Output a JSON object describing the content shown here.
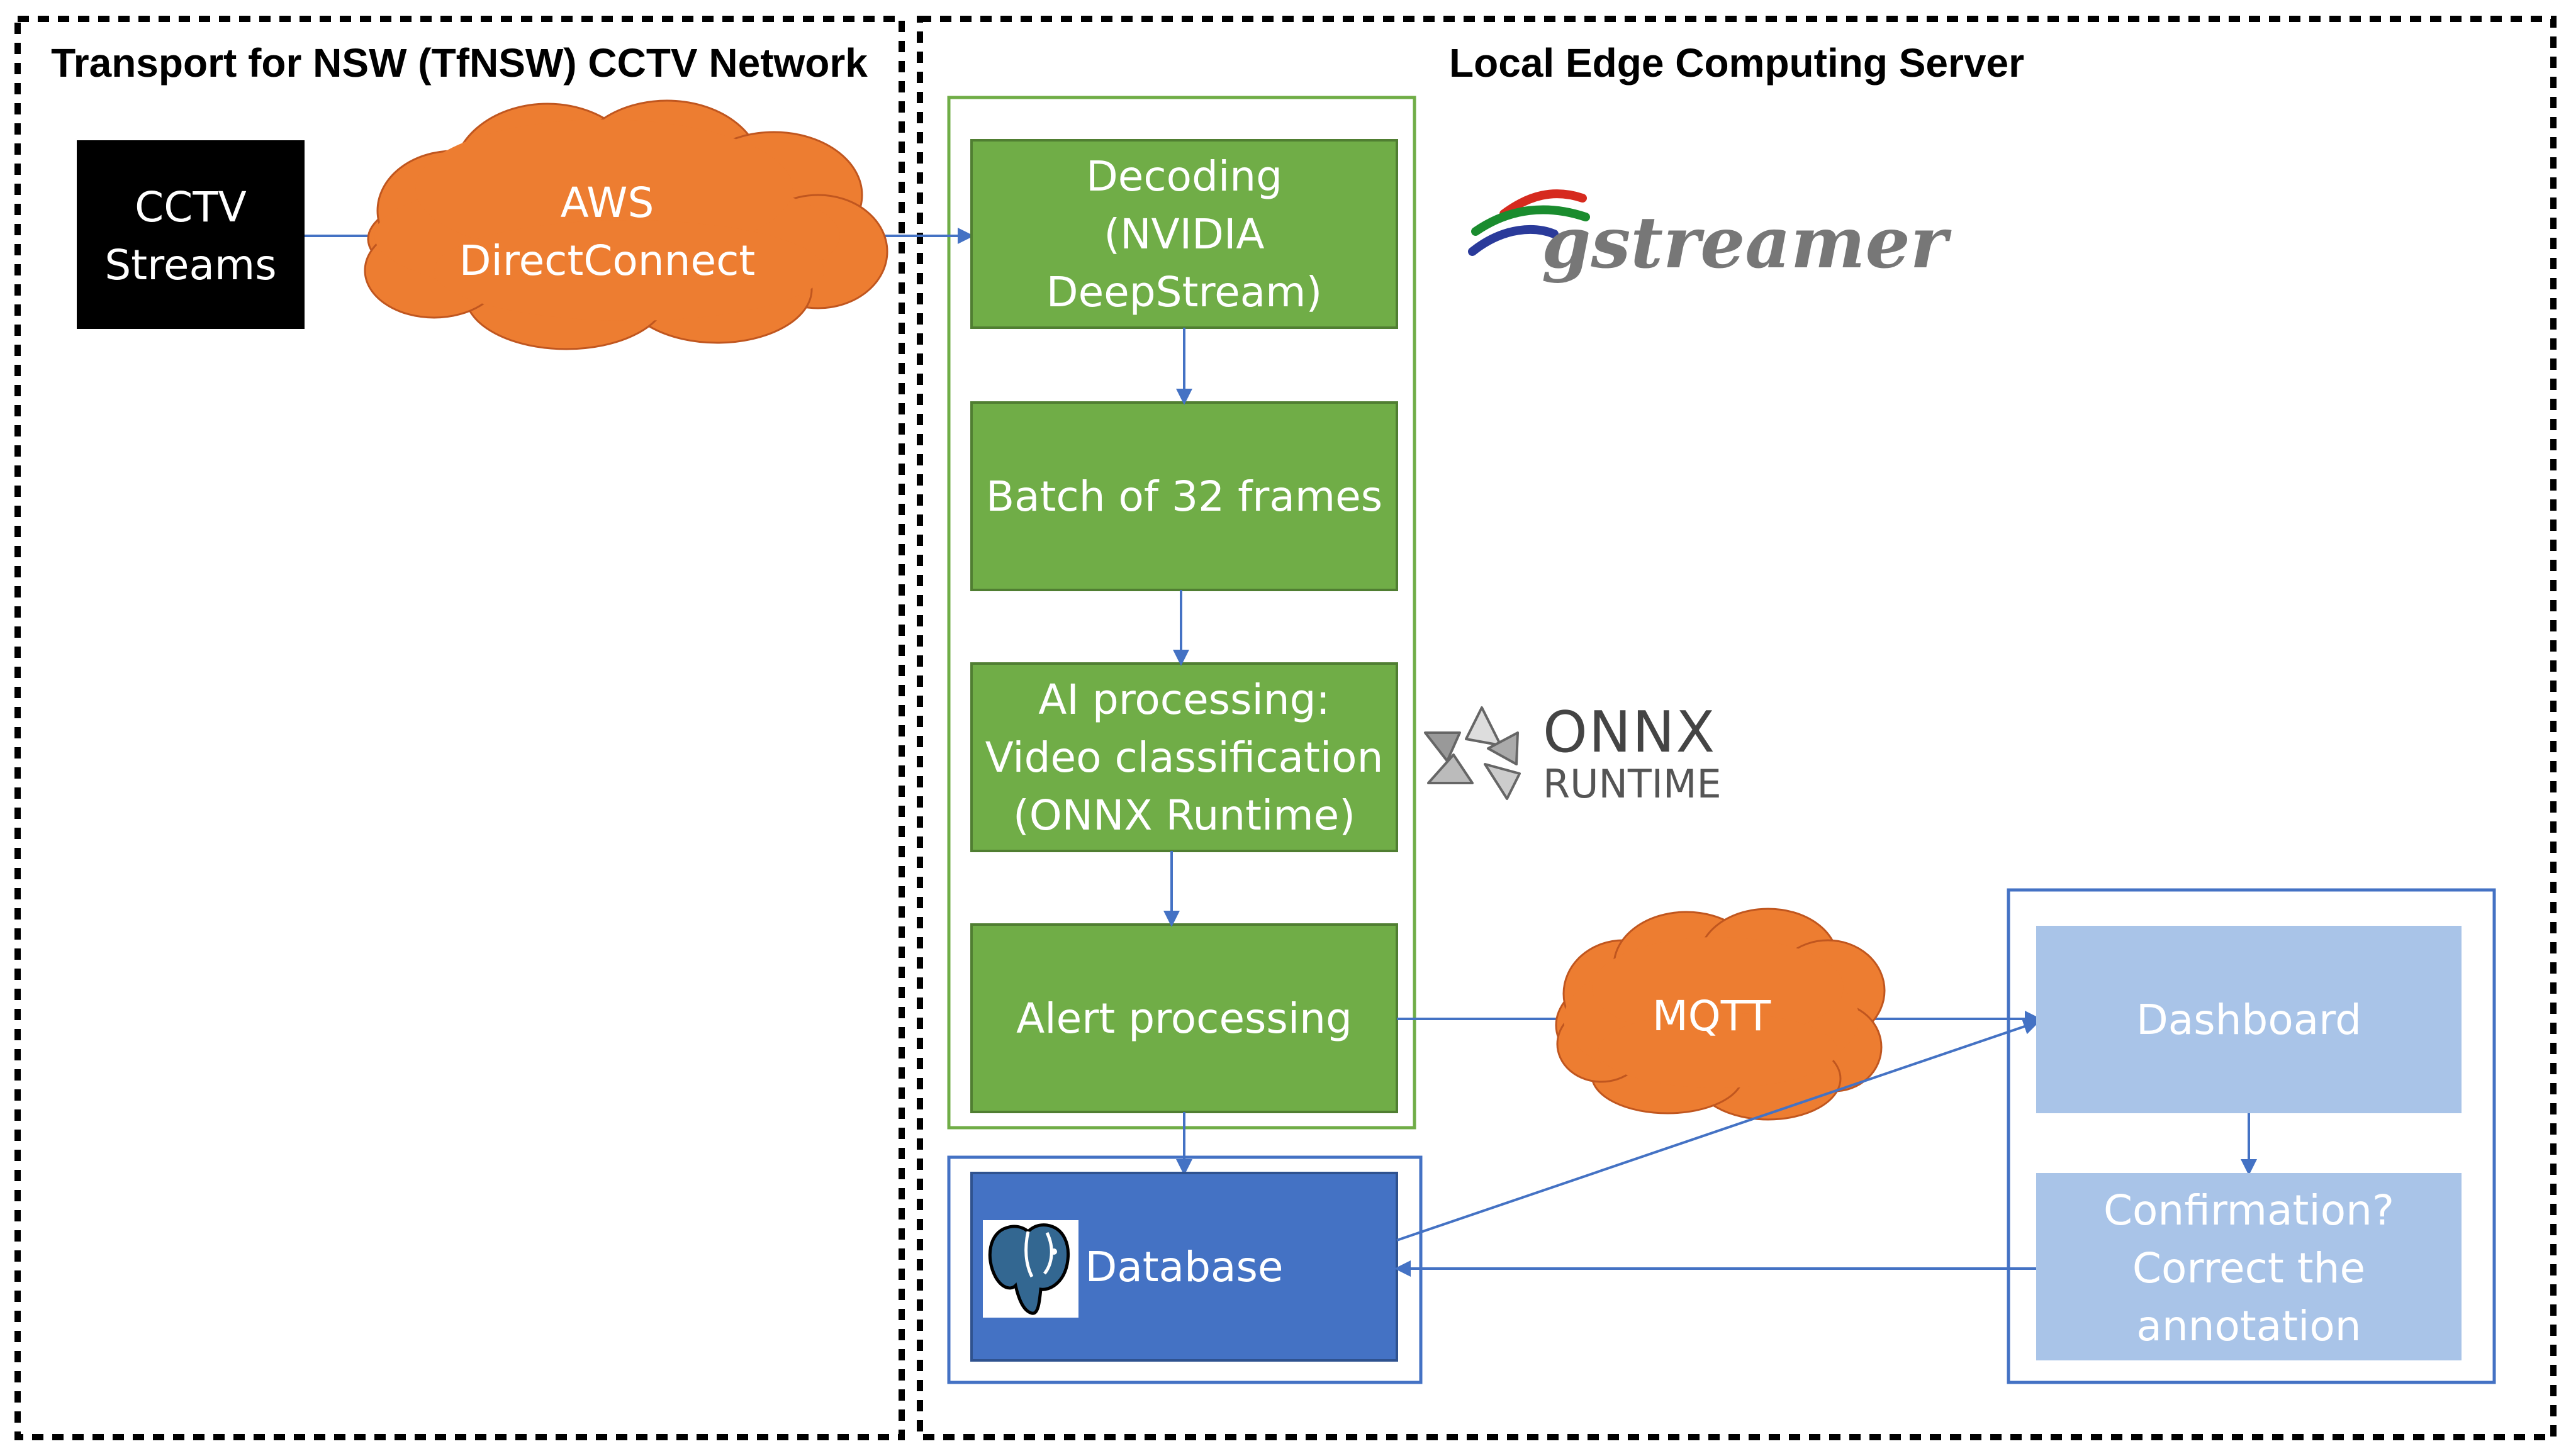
{
  "regions": {
    "tfnsw_title": "Transport for NSW (TfNSW) CCTV Network",
    "edge_title": "Local Edge Computing Server"
  },
  "nodes": {
    "cctv": [
      "CCTV",
      "Streams"
    ],
    "aws": [
      "AWS",
      "DirectConnect"
    ],
    "decoding": [
      "Decoding",
      "(NVIDIA",
      "DeepStream)"
    ],
    "batch": [
      "Batch of 32 frames"
    ],
    "ai": [
      "AI processing:",
      "Video classification",
      "(ONNX Runtime)"
    ],
    "alert": [
      "Alert processing"
    ],
    "database": [
      "Database"
    ],
    "mqtt": [
      "MQTT"
    ],
    "dashboard": [
      "Dashboard"
    ],
    "confirmation": [
      "Confirmation?",
      "Correct the",
      "annotation"
    ]
  },
  "logos": {
    "gstreamer": "gstreamer",
    "onnx_line1": "ONNX",
    "onnx_line2": "RUNTIME",
    "gstreamer_icon": "gstreamer-logo-icon",
    "onnx_icon": "onnx-runtime-logo-icon",
    "postgres_icon": "postgresql-elephant-icon"
  },
  "colors": {
    "green_box": "#70ad47",
    "green_border": "#507e32",
    "dark_blue_box": "#4472c4",
    "light_blue_box": "#a9c4e8",
    "cloud_orange": "#ed7d31",
    "arrow_blue": "#4472c4",
    "black_box": "#000000"
  }
}
